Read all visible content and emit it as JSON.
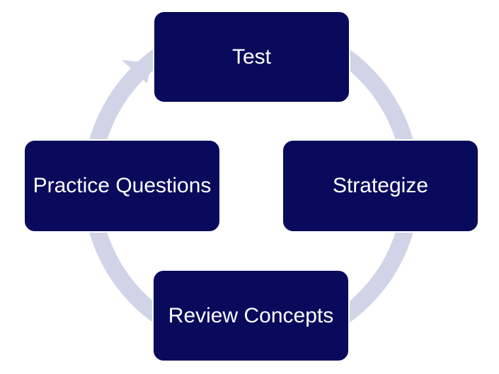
{
  "colors": {
    "box_fill": "#0a0a5c",
    "text": "#ffffff",
    "arrow": "#d0d4e6"
  },
  "steps": [
    {
      "id": "test",
      "label": "Test"
    },
    {
      "id": "strategize",
      "label": "Strategize"
    },
    {
      "id": "review",
      "label": "Review Concepts"
    },
    {
      "id": "practice",
      "label": "Practice Questions"
    }
  ]
}
